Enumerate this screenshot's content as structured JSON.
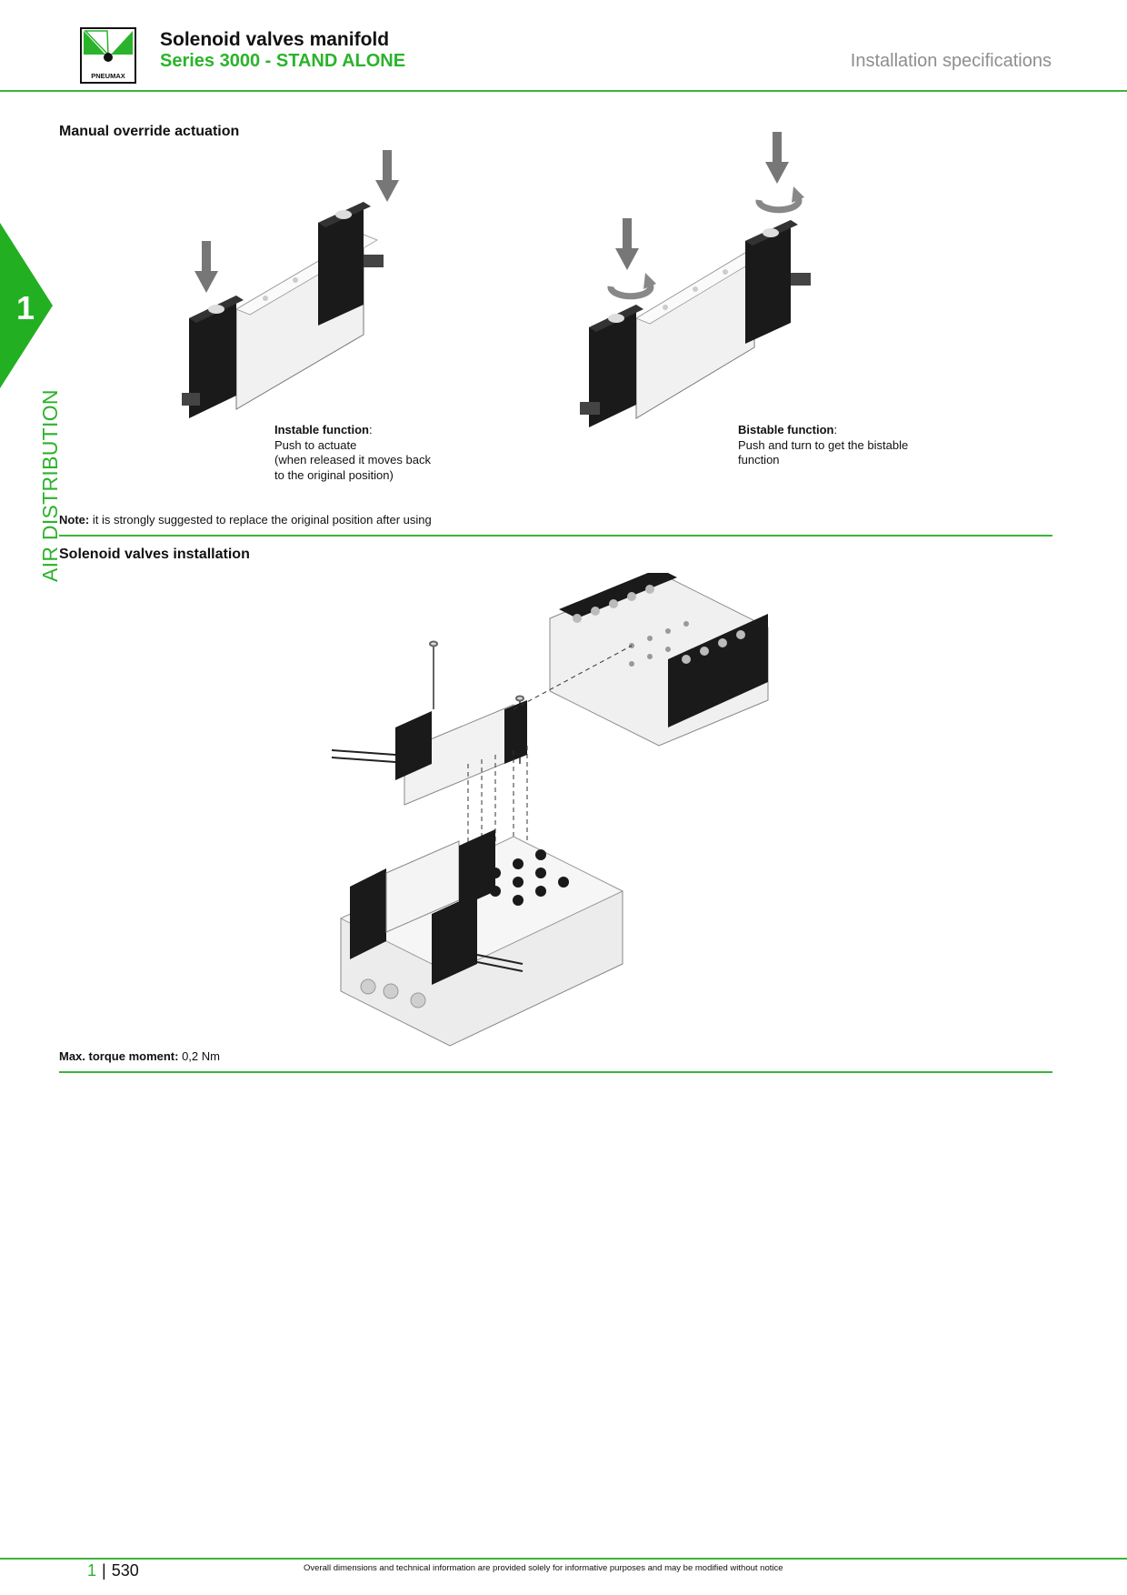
{
  "header": {
    "title": "Solenoid valves manifold",
    "subtitle": "Series 3000 - STAND ALONE",
    "section": "Installation specifications",
    "logo_text": "PNEUMAX",
    "brand_color": "#2bb32b"
  },
  "side_tab": {
    "chapter_number": "1",
    "label": "AIR DISTRIBUTION"
  },
  "manual_override": {
    "heading": "Manual override actuation",
    "instable": {
      "label": "Instable function",
      "lines": [
        "Push to actuate",
        "(when released it moves back",
        "to the original position)"
      ]
    },
    "bistable": {
      "label": "Bistable function",
      "lines": [
        "Push and turn to get the bistable",
        "function"
      ]
    },
    "note_label": "Note:",
    "note_text": " it is strongly suggested to replace the original position after using"
  },
  "installation": {
    "heading": "Solenoid valves installation",
    "torque_label": "Max. torque moment:",
    "torque_value": " 0,2 Nm"
  },
  "footer": {
    "chapter": "1",
    "page": "530",
    "disclaimer": "Overall dimensions and technical information are provided solely for informative purposes and may be modified without notice"
  }
}
